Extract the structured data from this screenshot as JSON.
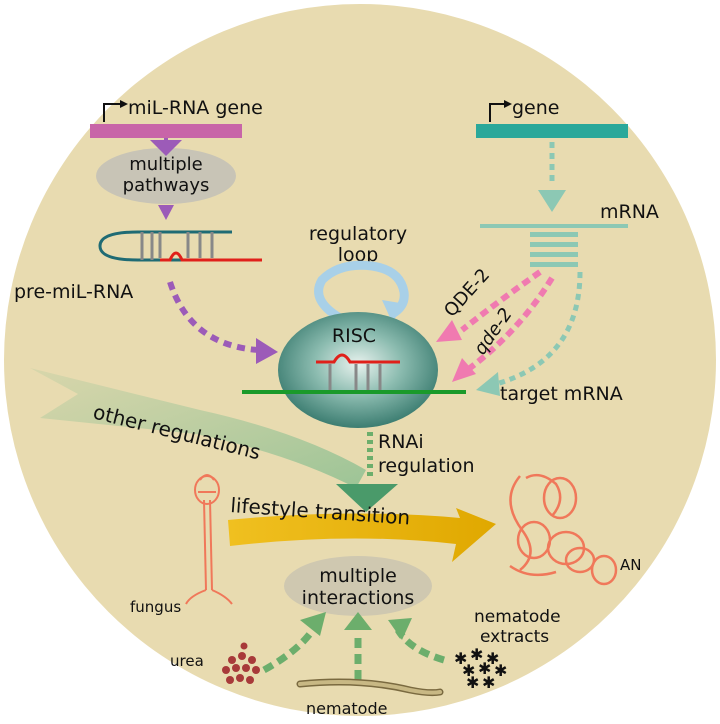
{
  "labels": {
    "mil_rna_gene": "miL-RNA gene",
    "gene": "gene",
    "multiple_pathways_line1": "multiple",
    "multiple_pathways_line2": "pathways",
    "regulatory_loop_line1": "regulatory",
    "regulatory_loop_line2": "loop",
    "mrna": "mRNA",
    "pre_mil_rna": "pre-miL-RNA",
    "qde2_upper": "QDE-2",
    "qde2_lower": "qde-2",
    "risc": "RISC",
    "target_mrna": "target mRNA",
    "other_regulations": "other regulations",
    "rnai_line1": "RNAi",
    "rnai_line2": "regulation",
    "lifestyle_transition": "lifestyle transition",
    "fungus": "fungus",
    "an": "AN",
    "multiple_interactions_line1": "multiple",
    "multiple_interactions_line2": "interactions",
    "nematode_extracts_line1": "nematode",
    "nematode_extracts_line2": "extracts",
    "urea": "urea",
    "nematode": "nematode"
  },
  "colors": {
    "background_circle": "#e8dbb0",
    "mil_gene_bar": "#c865a8",
    "gene_bar": "#2aa89a",
    "teal_light": "#8cc8b4",
    "purple_arrow": "#9c5bb8",
    "pink_arrow": "#f07ab0",
    "green_line": "#1a9a2a",
    "red_strand": "#e0201a",
    "risc_body": "#3d8a7e",
    "loop_blue": "#a8d0e8",
    "green_banner": "#a8c89c",
    "yellow_arrow": "#e0b010",
    "orange_fungus": "#f0785a",
    "dashed_green": "#6cae6c",
    "grey_ellipse": "#cfc8b0",
    "dark_green_head": "#4a9a6a"
  },
  "icons": [
    "promoter-arrow-icon",
    "hairpin-rna-icon",
    "fungus-hypha-icon",
    "adhesive-network-icon",
    "urea-dots-icon",
    "nematode-worm-icon",
    "nematode-extract-dots-icon"
  ]
}
